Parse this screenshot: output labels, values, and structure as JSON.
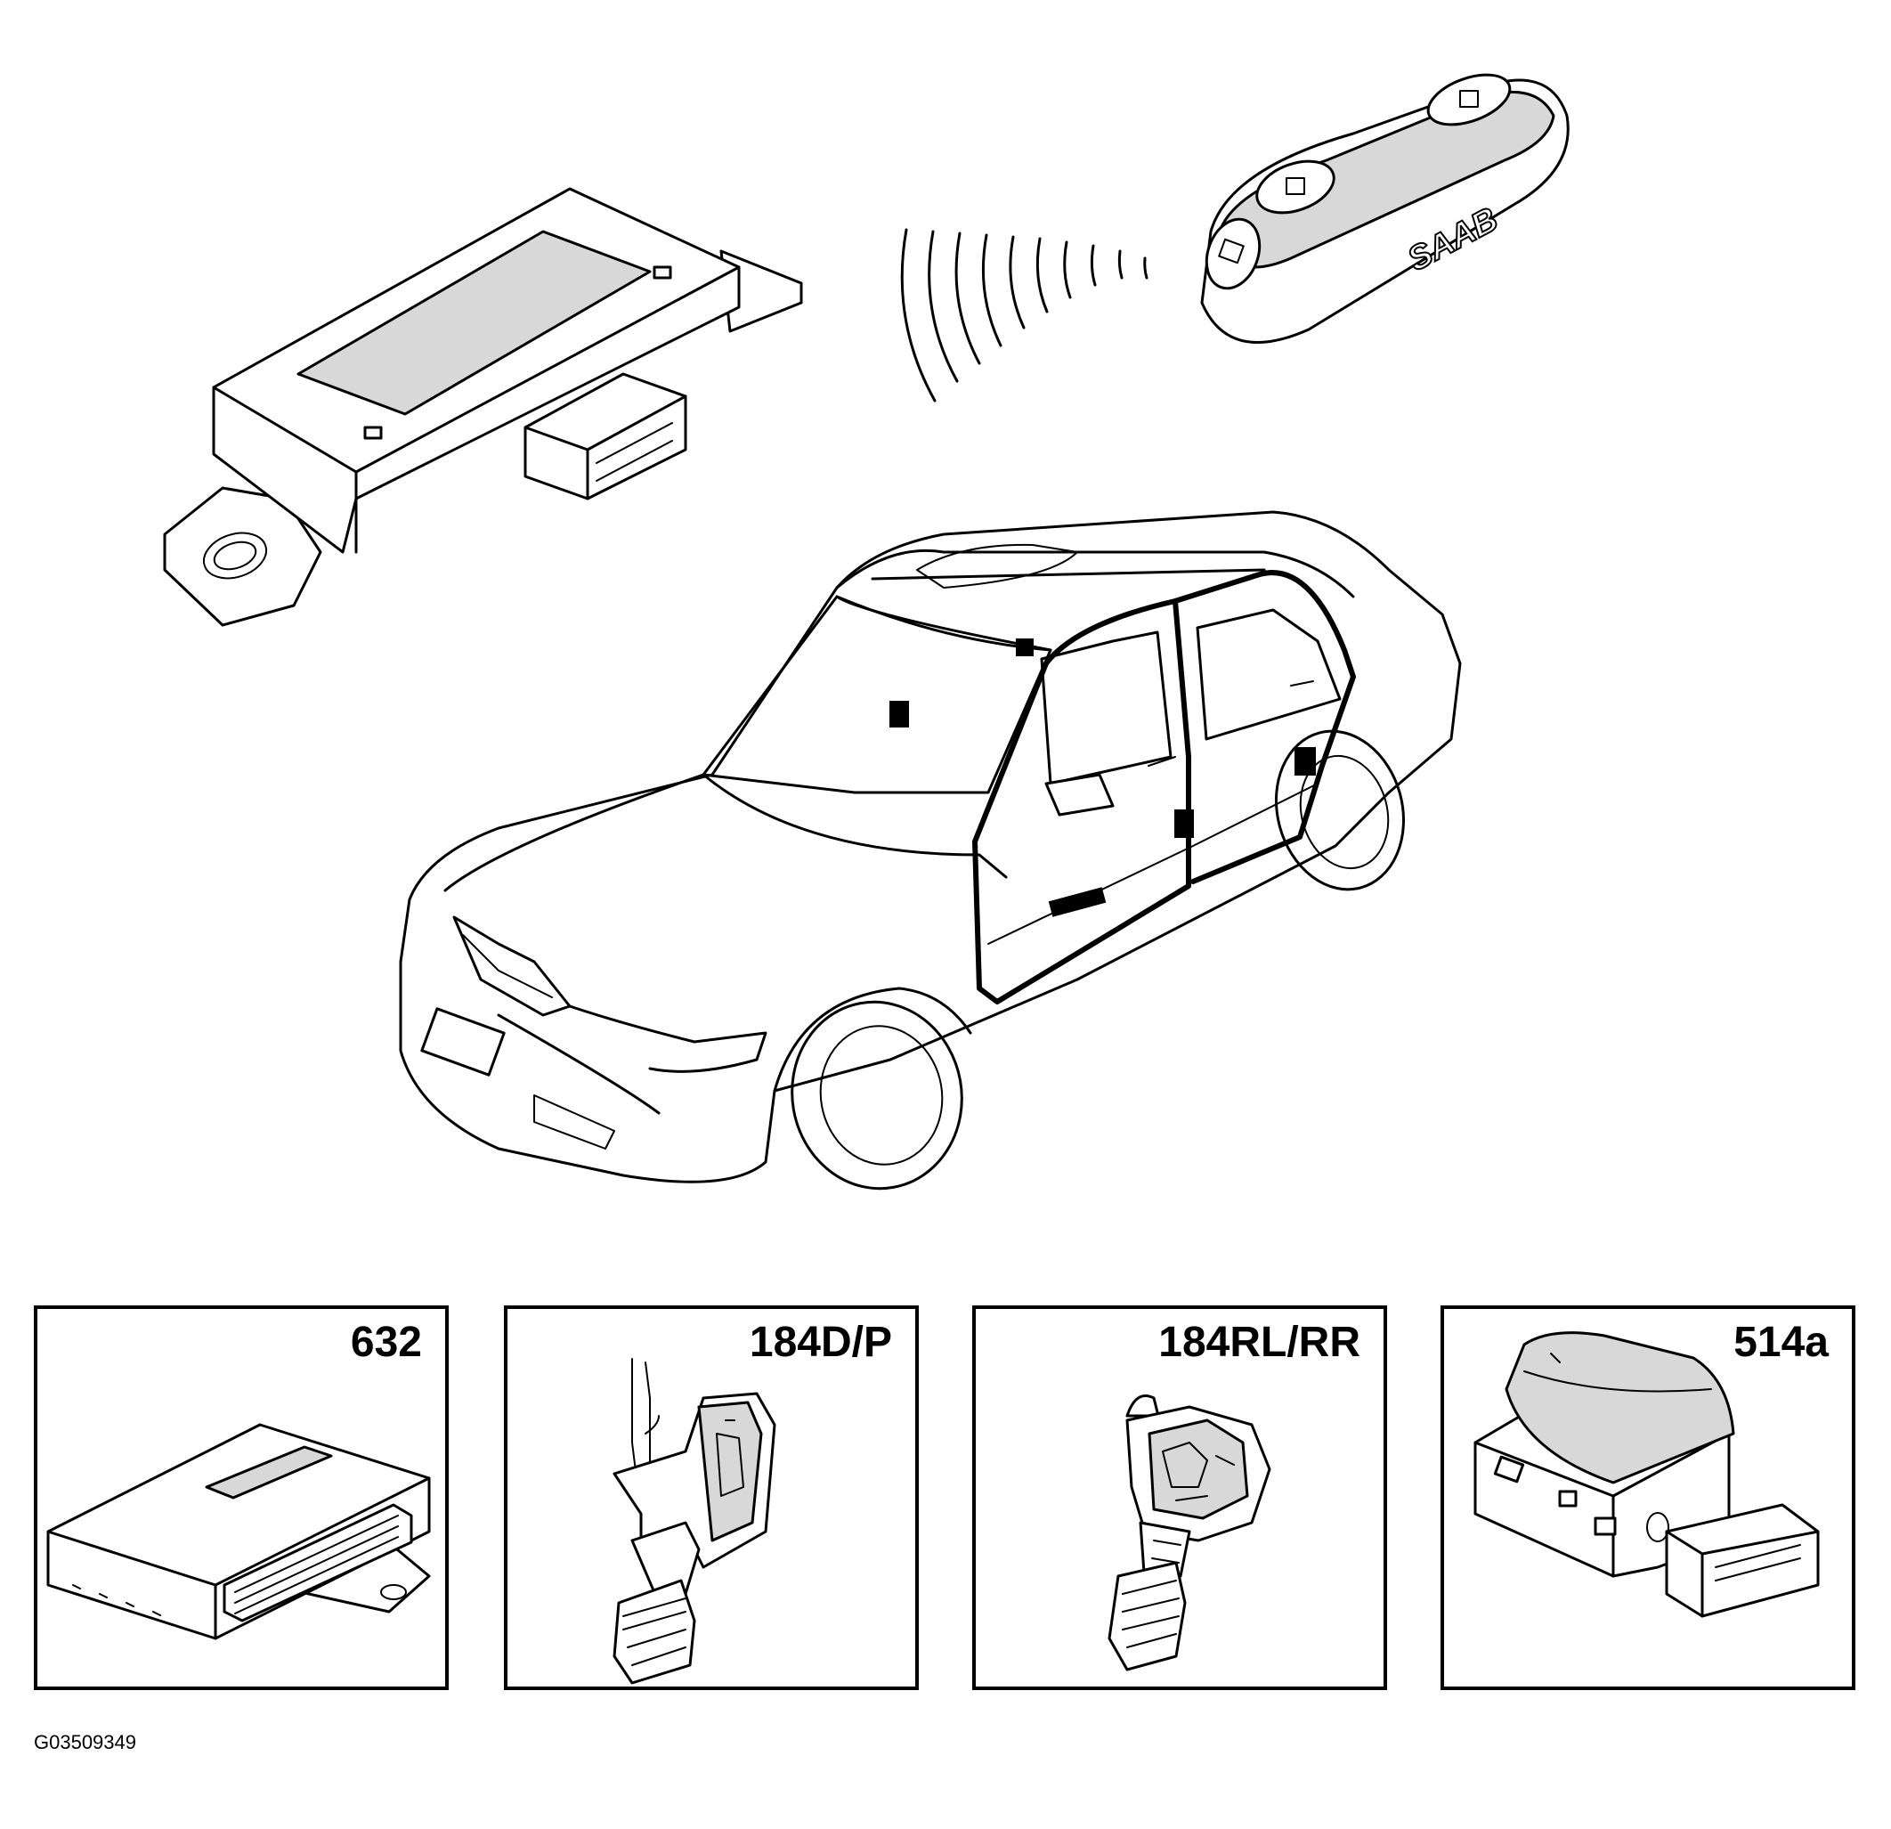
{
  "figure_id": "G03509349",
  "keyfob_logo": "SAAB",
  "panels": [
    {
      "label": "632"
    },
    {
      "label": "184D/P"
    },
    {
      "label": "184RL/RR"
    },
    {
      "label": "514a"
    }
  ]
}
